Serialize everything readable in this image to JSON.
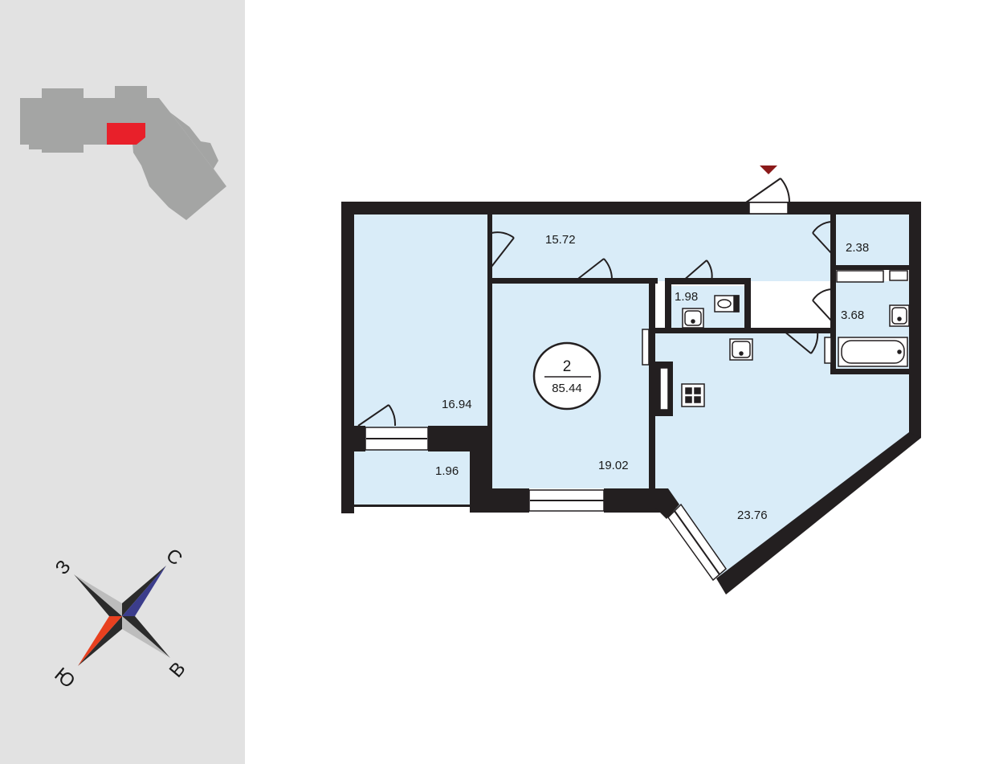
{
  "colors": {
    "side_panel": "#e2e2e2",
    "room_fill": "#d9ecf8",
    "wall": "#231f20",
    "highlight": "#e8202a",
    "building": "#a4a5a4",
    "entrance_marker": "#8b1a1a"
  },
  "apartment": {
    "rooms_count": "2",
    "total_area": "85.44"
  },
  "rooms": {
    "hall": "15.72",
    "room_left": "16.94",
    "loggia": "1.96",
    "room_center": "19.02",
    "kitchen": "23.76",
    "wc": "1.98",
    "storage": "2.38",
    "bathroom": "3.68"
  },
  "compass": {
    "north": "С",
    "east": "В",
    "south": "Ю",
    "west": "З"
  },
  "icons": {
    "wc": "toilet-icon",
    "sink": "sink-icon",
    "bath": "bathtub-icon",
    "stove": "stove-icon",
    "entrance": "entrance-triangle-icon"
  }
}
